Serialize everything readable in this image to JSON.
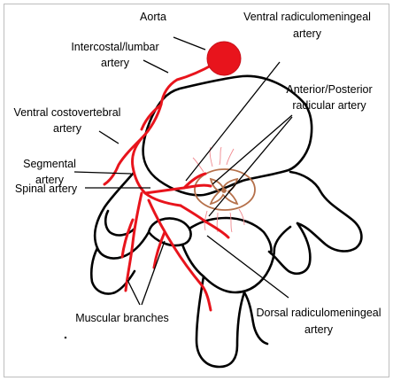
{
  "colors": {
    "artery": "#e8141c",
    "bone_outline": "#000000",
    "spinal_cord": "#b5704a",
    "leader_line": "#000000",
    "background": "#ffffff"
  },
  "labels": {
    "aorta": "Aorta",
    "intercostal_lumbar_line1": "Intercostal/lumbar",
    "intercostal_lumbar_line2": "artery",
    "ventral_costovertebral_line1": "Ventral costovertebral",
    "ventral_costovertebral_line2": "artery",
    "segmental_line1": "Segmental",
    "segmental_line2": "artery",
    "spinal_artery": "Spinal artery",
    "muscular_branches": "Muscular branches",
    "ventral_radiculomeningeal_line1": "Ventral radiculomeningeal",
    "ventral_radiculomeningeal_line2": "artery",
    "anterior_posterior_radicular_line1": "Anterior/Posterior",
    "anterior_posterior_radicular_line2": "radicular artery",
    "dorsal_radiculomeningeal_line1": "Dorsal radiculomeningeal",
    "dorsal_radiculomeningeal_line2": "artery"
  }
}
